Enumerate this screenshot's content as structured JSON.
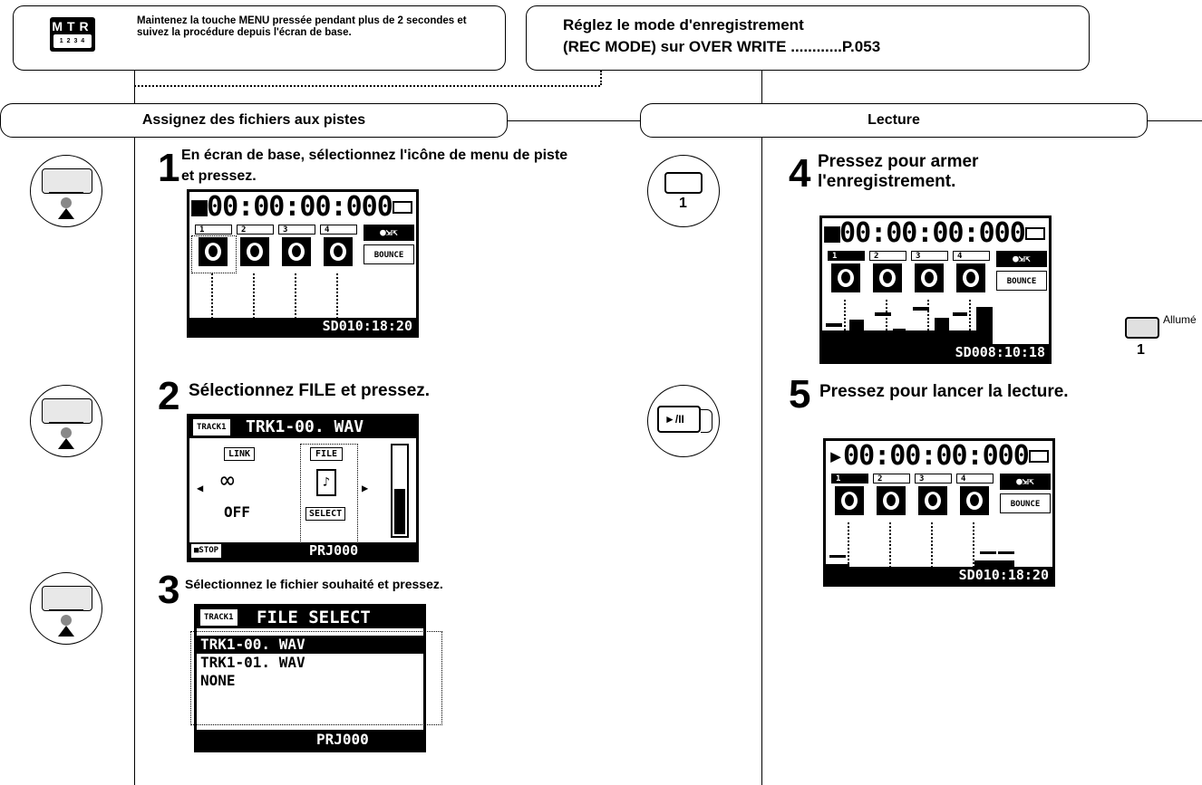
{
  "header": {
    "mtr_badge": "MTR",
    "mtr_digits": "1 2 3 4",
    "note_text": "Maintenez la touche MENU pressée pendant plus de 2 secondes et suivez la procédure depuis l'écran de base.",
    "rec_mode_line1": "Réglez le mode d'enregistrement",
    "rec_mode_line2": "(REC MODE) sur OVER WRITE ............P.053"
  },
  "sections": {
    "left_title": "Assignez des fichiers aux pistes",
    "right_title": "Lecture"
  },
  "steps": [
    {
      "num": "1",
      "text": "En écran de base, sélectionnez l'icône de menu de piste et pressez."
    },
    {
      "num": "2",
      "text": "Sélectionnez FILE et pressez."
    },
    {
      "num": "3",
      "text": "Sélectionnez le fichier souhaité et pressez."
    },
    {
      "num": "4",
      "text": "Pressez pour armer l'enregistrement."
    },
    {
      "num": "5",
      "text": "Pressez pour lancer la lecture."
    }
  ],
  "screen1": {
    "time": "■00:00:00:000",
    "tracks": [
      "1",
      "2",
      "3",
      "4"
    ],
    "bounce_label": "BOUNCE",
    "footer": "SD010:18:20"
  },
  "screen2": {
    "track_tag": "TRACK1",
    "filename": "TRK1-00. WAV",
    "link_label": "LINK",
    "link_value": "OFF",
    "file_label": "FILE",
    "select_label": "SELECT",
    "stop_label": "■STOP",
    "project": "PRJ000"
  },
  "screen3": {
    "track_tag": "TRACK1",
    "title": "FILE SELECT",
    "items": [
      "TRK1-00. WAV",
      "TRK1-01. WAV",
      "NONE"
    ],
    "project": "PRJ000"
  },
  "screen4": {
    "time": "■00:00:00:000",
    "tracks": [
      "1",
      "2",
      "3",
      "4"
    ],
    "bounce_label": "BOUNCE",
    "footer": "SD008:10:18"
  },
  "screen5": {
    "time": "▸00:00:00:000",
    "tracks": [
      "1",
      "2",
      "3",
      "4"
    ],
    "bounce_label": "BOUNCE",
    "footer": "SD010:18:20"
  },
  "button4": {
    "label": "1",
    "status_label": "Allumé",
    "status_key_label": "1"
  },
  "button5": {
    "label": "►/II"
  },
  "icons": {
    "dial": "rotary-dial-push-icon",
    "rec_button": "track-rec-button-icon",
    "play_button": "play-pause-button-icon",
    "mtr": "mtr-mode-icon"
  }
}
